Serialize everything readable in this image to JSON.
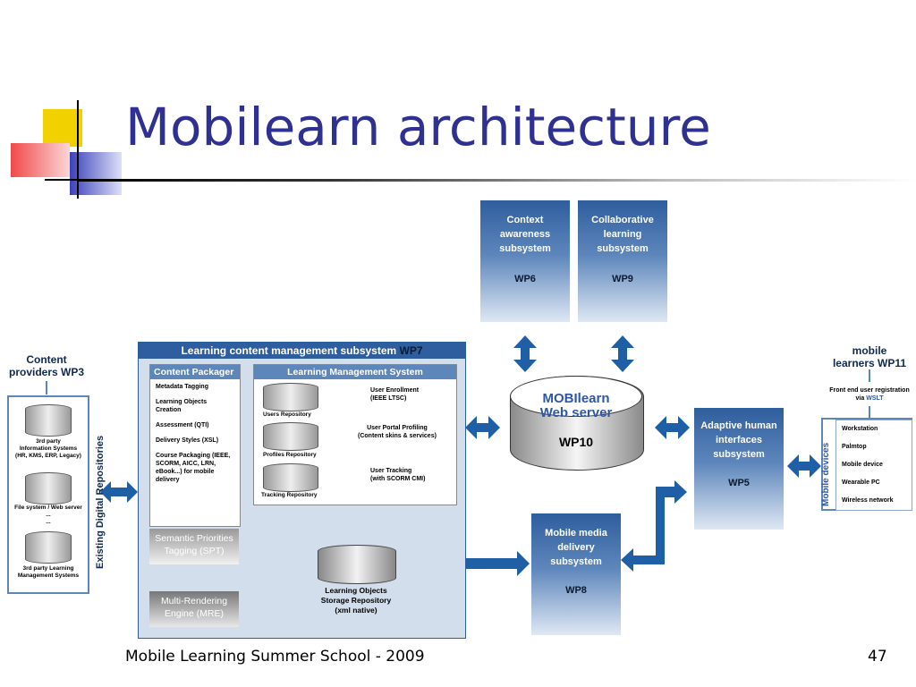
{
  "slide": {
    "title": "Mobilearn architecture",
    "footer_left": "Mobile Learning Summer School - 2009",
    "page_number": "47"
  },
  "diagram": {
    "content_providers": {
      "title_line1": "Content",
      "title_line2": "providers WP3",
      "side_label": "Existing Digital Repositories",
      "db1_line1": "3rd party",
      "db1_line2": "Information Systems",
      "db1_line3": "(HR, KMS, ERP, Legacy)",
      "db2_line1": "File system / Web server",
      "ellipsis1": "...",
      "ellipsis2": "...",
      "db3_line1": "3rd party Learning",
      "db3_line2": "Management Systems"
    },
    "lcms": {
      "title": "Learning content management subsystem",
      "wp": "WP7",
      "packager": {
        "title": "Content Packager",
        "items": [
          "Metadata Tagging",
          "Learning Objects Creation",
          "Assessment (QTI)",
          "Delivery Styles (XSL)",
          "Course Packaging (IEEE, SCORM, AICC, LRN, eBook...) for mobile delivery"
        ]
      },
      "lms": {
        "title": "Learning Management System",
        "repos": [
          {
            "label": "Users Repository",
            "desc_line1": "User Enrollment",
            "desc_line2": "(IEEE LTSC)"
          },
          {
            "label": "Profiles Repository",
            "desc_line1": "User Portal Profiling",
            "desc_line2": "(Content skins & services)"
          },
          {
            "label": "Tracking Repository",
            "desc_line1": "User Tracking",
            "desc_line2": "(with SCORM CMI)"
          }
        ]
      },
      "spt_line1": "Semantic Priorities",
      "spt_line2": "Tagging (SPT)",
      "mre_line1": "Multi-Rendering",
      "mre_line2": "Engine (MRE)",
      "lo_line1": "Learning Objects",
      "lo_line2": "Storage Repository",
      "lo_line3": "(xml native)"
    },
    "context": {
      "line1": "Context",
      "line2": "awareness",
      "line3": "subsystem",
      "wp": "WP6"
    },
    "collab": {
      "line1": "Collaborative",
      "line2": "learning",
      "line3": "subsystem",
      "wp": "WP9"
    },
    "server": {
      "line1": "MOBIlearn",
      "line2": "Web server",
      "wp": "WP10"
    },
    "adaptive": {
      "line1": "Adaptive human",
      "line2": "interfaces",
      "line3": "subsystem",
      "wp": "WP5"
    },
    "media": {
      "line1": "Mobile media",
      "line2": "delivery",
      "line3": "subsystem",
      "wp": "WP8"
    },
    "learners": {
      "title_line1": "mobile",
      "title_line2": "learners WP11",
      "reg_line1": "Front end user registration",
      "reg_via": "via",
      "reg_wslt": "WSLT",
      "side_label": "Mobile devices",
      "devices": [
        "Workstation",
        "Palmtop",
        "Mobile device",
        "Wearable PC",
        "Wireless network"
      ]
    },
    "colors": {
      "title": "#2e3192",
      "box_blue": "#2f5e9e",
      "arrow_blue": "#1f5fa6",
      "lcms_bg": "#d3deec"
    }
  }
}
